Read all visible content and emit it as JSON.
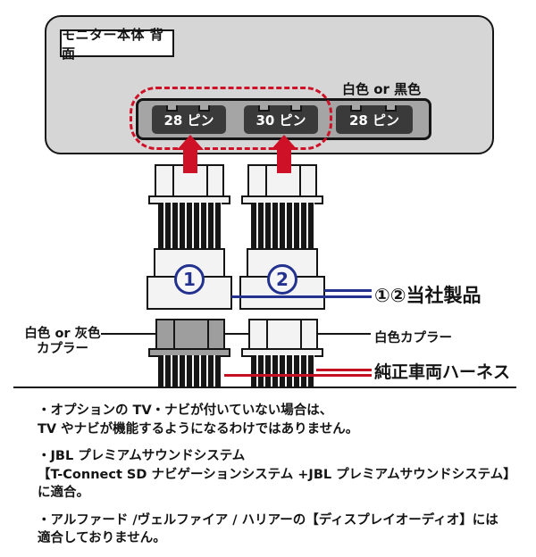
{
  "colors": {
    "panel_gray": "#d6d6d6",
    "bar_gray": "#a5a5a5",
    "connector_dark": "#3a3a3a",
    "accent_red": "#ce1126",
    "accent_blue": "#23318f",
    "coupler_gray": "#9e9e9e"
  },
  "monitor": {
    "label": "モニター本体 背面",
    "color_note": "白色 or 黒色",
    "connectors": [
      {
        "label": "28 ピン"
      },
      {
        "label": "30 ピン"
      },
      {
        "label": "28 ピン"
      }
    ]
  },
  "cables": [
    {
      "number": "1"
    },
    {
      "number": "2"
    }
  ],
  "callouts": {
    "products": "①②当社製品",
    "left_coupler_line1": "白色 or 灰色",
    "left_coupler_line2": "カプラー",
    "right_coupler": "白色カプラー",
    "harness": "純正車両ハーネス"
  },
  "notes": [
    {
      "line1": "・オプションの TV・ナビが付いていない場合は、",
      "line2": "TV やナビが機能するようになるわけではありません。"
    },
    {
      "line1": "・JBL プレミアムサウンドシステム",
      "line2": "【T-Connect SD ナビゲーションシステム +JBL プレミアムサウンドシステム】に適合。"
    },
    {
      "line1": "・アルファード /ヴェルファイア / ハリアーの【ディスプレイオーディオ】には",
      "line2": "適合しておりません。"
    }
  ]
}
